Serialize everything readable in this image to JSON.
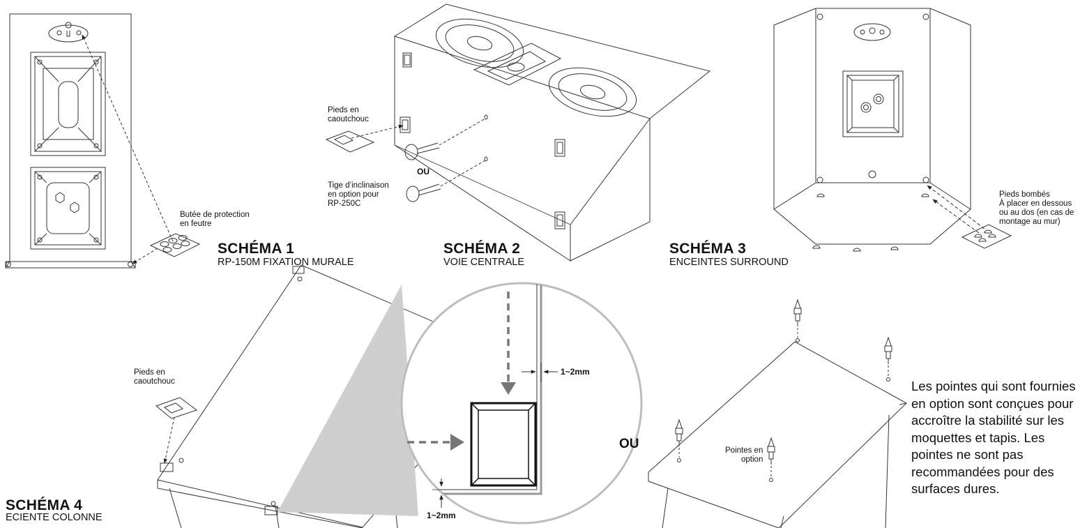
{
  "figures": [
    {
      "title": "SCHÉMA 1",
      "subtitle": "RP-150M FIXATION MURALE"
    },
    {
      "title": "SCHÉMA 2",
      "subtitle": "VOIE CENTRALE"
    },
    {
      "title": "SCHÉMA 3",
      "subtitle": "ENCEINTES SURROUND"
    },
    {
      "title": "SCHÉMA 4",
      "subtitle": "ECIENTE COLONNE"
    }
  ],
  "labels": {
    "felt_bumper": [
      "Butée de protection",
      "en feutre"
    ],
    "rubber_feet_fig2": [
      "Pieds en",
      "caoutchouc"
    ],
    "ou_fig2": "OU",
    "tilt_rod": [
      "Tige d’inclinaison",
      "en option pour",
      "RP-250C"
    ],
    "domed_feet": [
      "Pieds bombés",
      "À placer en dessous",
      "ou au dos (en cas de",
      "montage au mur)"
    ],
    "rubber_feet_fig4": [
      "Pieds en",
      "caoutchouc"
    ],
    "ou_fig4": "OU",
    "gap_right": "1~2mm",
    "gap_bottom": "1~2mm",
    "spikes_optional": [
      "Pointes en",
      "option"
    ],
    "spikes_note": "Les pointes qui sont fournies en option sont conçues pour accroître la stabilité sur les moquettes et tapis. Les pointes ne sont pas recommandées pour des surfaces dures."
  }
}
